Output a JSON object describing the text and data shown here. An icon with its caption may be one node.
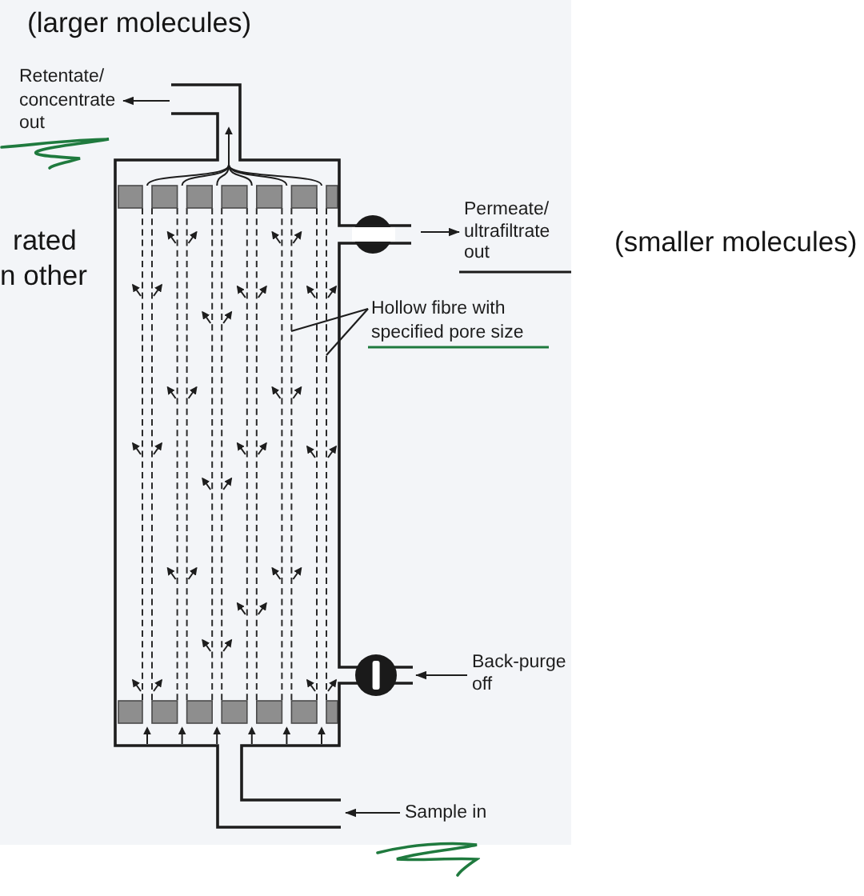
{
  "diagram": {
    "nodes": [
      {
        "text": [
          "Retentate/ concentrate out"
        ]
      },
      {
        "text": [
          "Permeate/ ultrafiltrate out"
        ]
      },
      {
        "text": [
          "Hollow fibre with specified pore size"
        ]
      },
      {
        "text": [
          "Back-purge off"
        ]
      },
      {
        "text": [
          "Sample in"
        ]
      }
    ],
    "edges": [
      {
        "from": null,
        "to": 0,
        "arrow": "to"
      },
      {
        "from": null,
        "to": 1,
        "arrow": "to"
      },
      {
        "from": 2,
        "to": null,
        "arrow": "none"
      },
      {
        "from": 2,
        "to": null,
        "arrow": "none"
      },
      {
        "from": 3,
        "to": null,
        "arrow": "to"
      },
      {
        "from": 4,
        "to": null,
        "arrow": "to"
      }
    ],
    "labels": [
      "(larger molecules)",
      "rated n other",
      "(smaller molecules)"
    ]
  }
}
